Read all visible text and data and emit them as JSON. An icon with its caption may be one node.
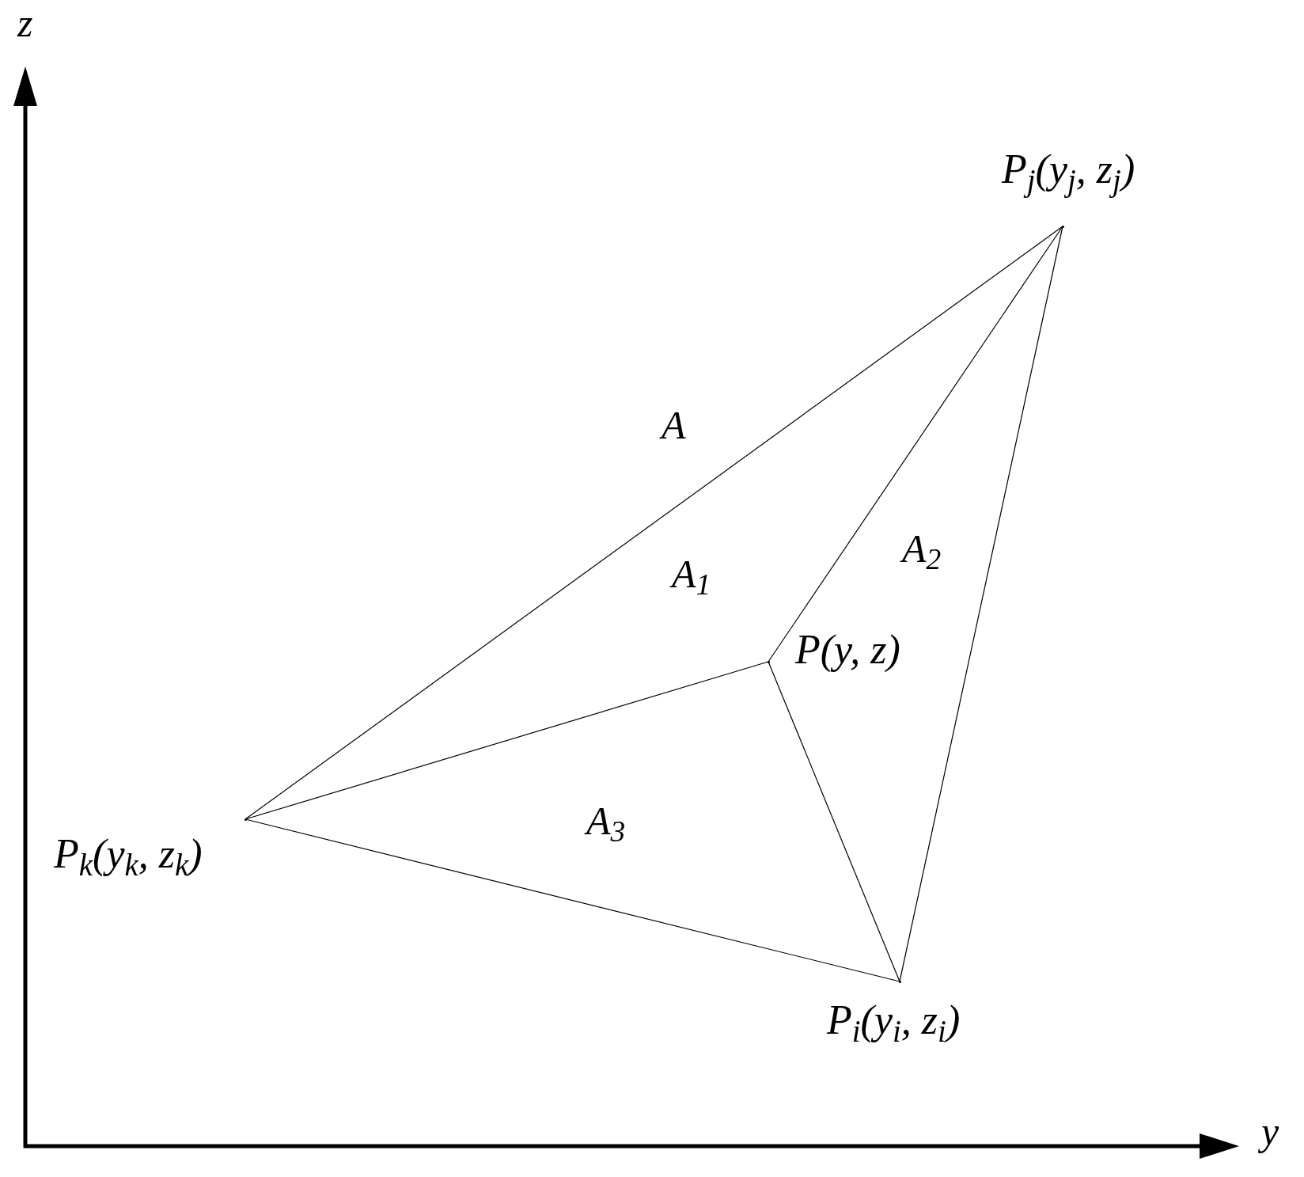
{
  "diagram": {
    "nodes": [
      {
        "text": [],
        "shape": "point",
        "beside": [
          "P$_{j}$(y$_{j}$, z$_{j}$)"
        ]
      },
      {
        "text": [],
        "shape": "point",
        "beside": [
          "P(y, z)"
        ]
      },
      {
        "text": [],
        "shape": "point",
        "beside": [
          "P$_{k}$(y$_{k}$, z$_{k}$)"
        ]
      },
      {
        "text": [],
        "shape": "point",
        "beside": [
          "P$_{i}$(y$_{i}$, z$_{i}$)"
        ]
      }
    ],
    "edges": [
      {
        "from": 2,
        "to": 0,
        "arrow": "none"
      },
      {
        "from": 0,
        "to": 3,
        "arrow": "none"
      },
      {
        "from": 3,
        "to": 2,
        "arrow": "none"
      },
      {
        "from": 1,
        "to": 0,
        "arrow": "none"
      },
      {
        "from": 1,
        "to": 2,
        "arrow": "none"
      },
      {
        "from": 1,
        "to": 3,
        "arrow": "none"
      }
    ],
    "labels": [
      "z",
      "A",
      "A$_{2}$",
      "A$_{1}$",
      "A$_{3}$",
      "y"
    ]
  }
}
